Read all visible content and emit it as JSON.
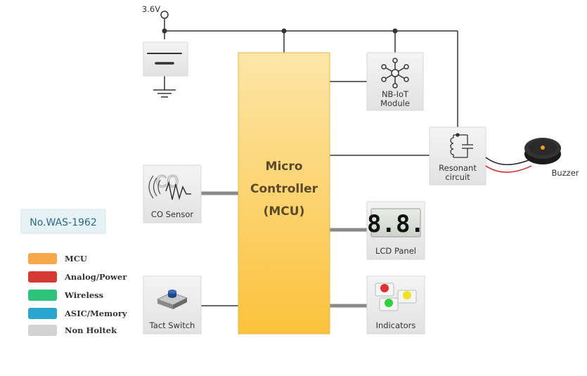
{
  "supply": {
    "voltage": "3.6V"
  },
  "mcu": {
    "lines": [
      "Micro",
      "Controller",
      "(MCU)"
    ]
  },
  "blocks": {
    "nbiot": [
      "NB-IoT",
      "Module"
    ],
    "resonant": [
      "Resonant",
      "circuit"
    ],
    "co_sensor": "CO Sensor",
    "lcd": "LCD Panel",
    "tact": "Tact Switch",
    "indicators": "Indicators",
    "buzzer": "Buzzer"
  },
  "lcd_digits": "8.8.",
  "part_number": "No.WAS-1962",
  "legend": [
    {
      "label": "MCU",
      "color": "#f6a84a"
    },
    {
      "label": "Analog/Power",
      "color": "#d43a32"
    },
    {
      "label": "Wireless",
      "color": "#2ec27a"
    },
    {
      "label": "ASIC/Memory",
      "color": "#2aa5cf"
    },
    {
      "label": "Non Holtek",
      "color": "#d2d2d2"
    }
  ]
}
